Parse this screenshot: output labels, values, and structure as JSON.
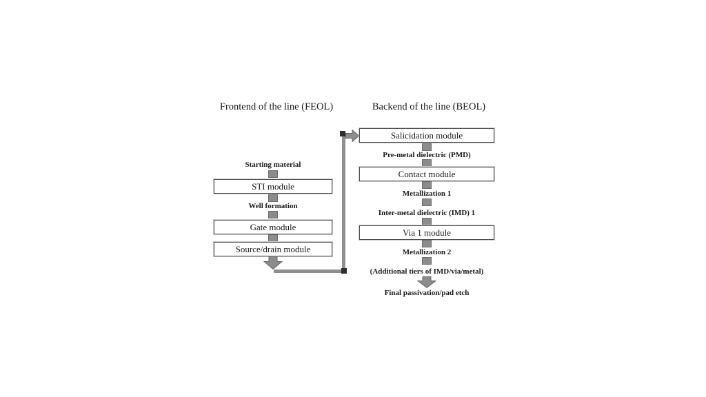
{
  "diagram": {
    "feol": {
      "title": "Frontend of the line (FEOL)",
      "steps": [
        {
          "kind": "label",
          "text": "Starting material"
        },
        {
          "kind": "box",
          "text": "STI module"
        },
        {
          "kind": "label",
          "text": "Well formation"
        },
        {
          "kind": "box",
          "text": "Gate module"
        },
        {
          "kind": "box",
          "text": "Source/drain module"
        }
      ]
    },
    "beol": {
      "title": "Backend of the line (BEOL)",
      "steps": [
        {
          "kind": "box",
          "text": "Salicidation module"
        },
        {
          "kind": "label",
          "text": "Pre-metal dielectric (PMD)"
        },
        {
          "kind": "box",
          "text": "Contact module"
        },
        {
          "kind": "label",
          "text": "Metallization 1"
        },
        {
          "kind": "label",
          "text": "Inter-metal dielectric (IMD) 1"
        },
        {
          "kind": "box",
          "text": "Via 1 module"
        },
        {
          "kind": "label",
          "text": "Metallization 2"
        },
        {
          "kind": "label",
          "text": "(Additional tiers of IMD/via/metal)"
        },
        {
          "kind": "label",
          "text": "Final passivation/pad etch"
        }
      ]
    },
    "connector_meaning": "flow continues from FEOL end to BEOL start",
    "colors": {
      "arrow_fill": "#8c8c8c",
      "arrow_stroke": "#666666",
      "connector_fill": "#8c8c8c",
      "line": "#8f8f8f",
      "corner_node": "#2e2e2e",
      "box_border": "#4d4d4d",
      "text": "#1a1a1a",
      "background": "#ffffff"
    }
  }
}
